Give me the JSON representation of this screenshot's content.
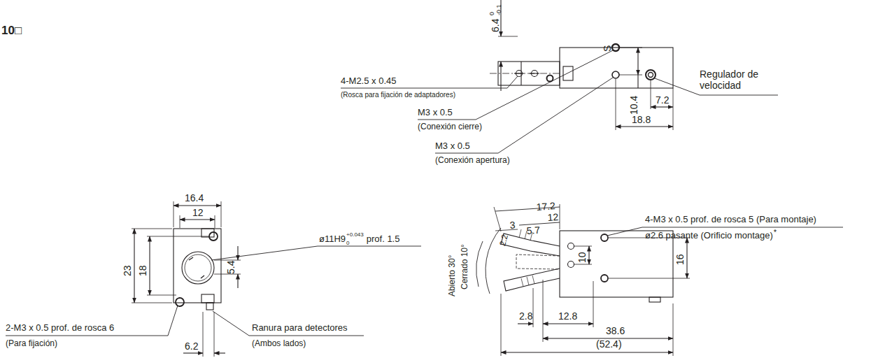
{
  "diagram": {
    "labels": [
      "10□",
      "6.4",
      "0",
      "-0.1",
      "S",
      "4-M2.5 x 0.45",
      "(Rosca para fijación de adaptadores)",
      "M3 x 0.5",
      "(Conexión cierre)",
      "M3 x 0.5",
      "(Conexión apertura)",
      "10.4",
      "Regulador de velocidad",
      "7.2",
      "18.8",
      "16.4",
      "12",
      "23",
      "18",
      "ø11H9",
      "+0.043",
      "0",
      "prof. 1.5",
      "5.4",
      "2-M3 x 0.5 prof. de rosca 6",
      "(Para fijación)",
      "6.2",
      "Ranura para detectores",
      "(Ambos lados)",
      "17.2",
      "12",
      "3",
      "5.7",
      "2.2",
      "Abierto 30°",
      "Cerrado 10°",
      "10",
      "16",
      "4-M3 x 0.5 prof. de rosca 5 (Para montaje)",
      "ø2.6 pasante (Orificio montage)",
      "*",
      "2.8",
      "12.8",
      "38.6",
      "(52.4)"
    ]
  }
}
